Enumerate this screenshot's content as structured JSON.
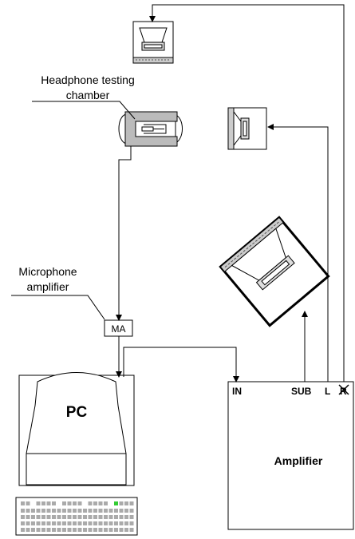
{
  "labels": {
    "headphone_chamber": [
      "Headphone testing",
      "chamber"
    ],
    "mic_amp": [
      "Microphone",
      "amplifier"
    ],
    "ma": "MA",
    "pc": "PC",
    "amplifier": "Amplifier",
    "in": "IN",
    "sub": "SUB",
    "left": "L",
    "right": "R"
  }
}
